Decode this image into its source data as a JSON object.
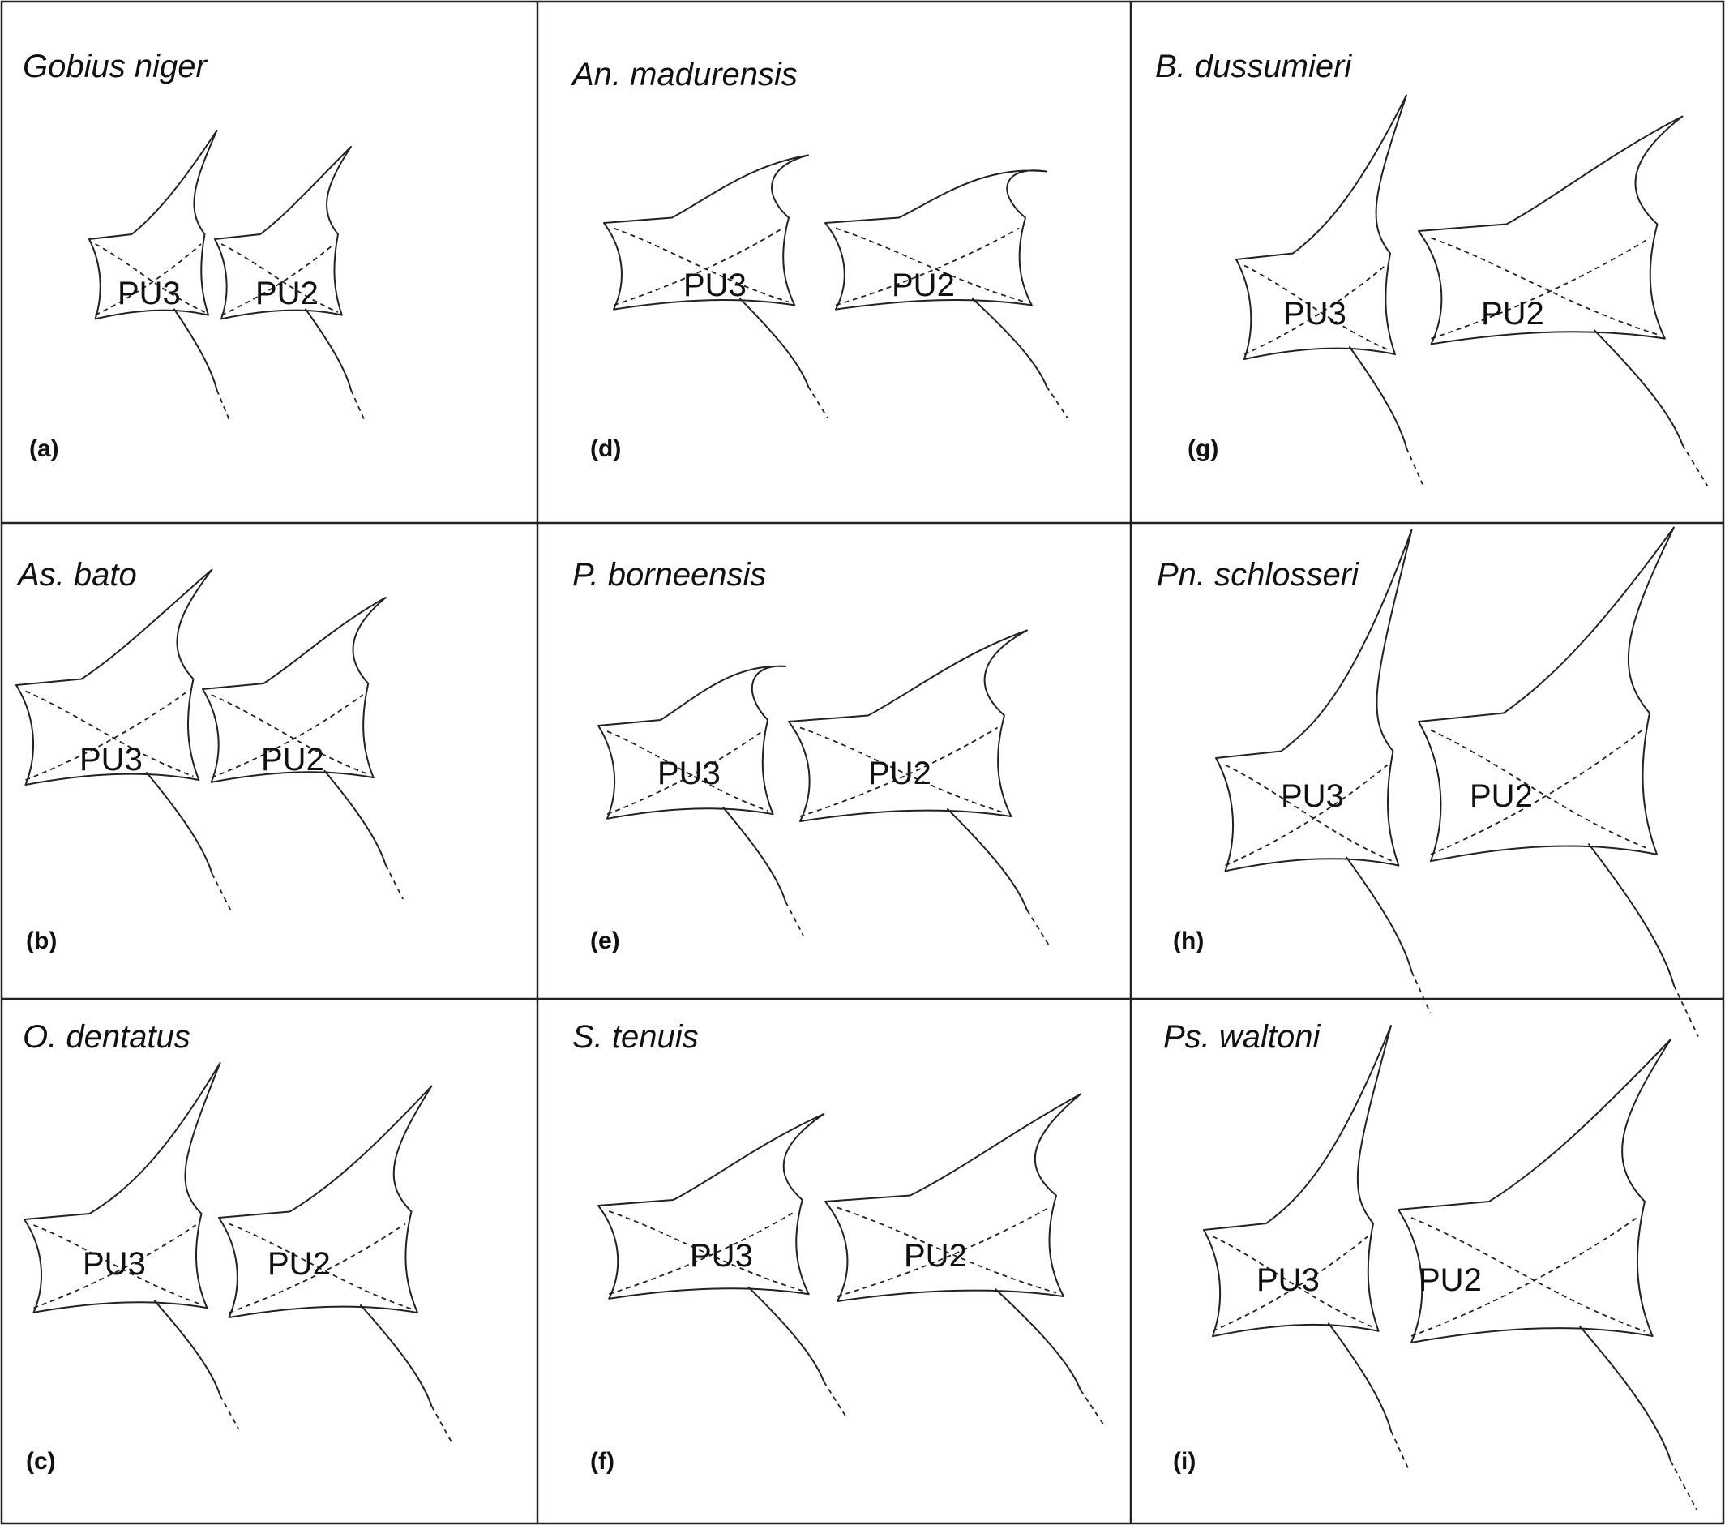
{
  "panels": [
    {
      "id": "a",
      "species": "Gobius niger",
      "letter": "(a)",
      "labels": [
        "PU3",
        "PU2"
      ]
    },
    {
      "id": "d",
      "species": "An. madurensis",
      "letter": "(d)",
      "labels": [
        "PU3",
        "PU2"
      ]
    },
    {
      "id": "g",
      "species": "B. dussumieri",
      "letter": "(g)",
      "labels": [
        "PU3",
        "PU2"
      ]
    },
    {
      "id": "b",
      "species": "As. bato",
      "letter": "(b)",
      "labels": [
        "PU3",
        "PU2"
      ]
    },
    {
      "id": "e",
      "species": "P. borneensis",
      "letter": "(e)",
      "labels": [
        "PU3",
        "PU2"
      ]
    },
    {
      "id": "h",
      "species": "Pn. schlosseri",
      "letter": "(h)",
      "labels": [
        "PU3",
        "PU2"
      ]
    },
    {
      "id": "c",
      "species": "O. dentatus",
      "letter": "(c)",
      "labels": [
        "PU3",
        "PU2"
      ]
    },
    {
      "id": "f",
      "species": "S. tenuis",
      "letter": "(f)",
      "labels": [
        "PU3",
        "PU2"
      ]
    },
    {
      "id": "i",
      "species": "Ps. waltoni",
      "letter": "(i)",
      "labels": [
        "PU3",
        "PU2"
      ]
    }
  ]
}
